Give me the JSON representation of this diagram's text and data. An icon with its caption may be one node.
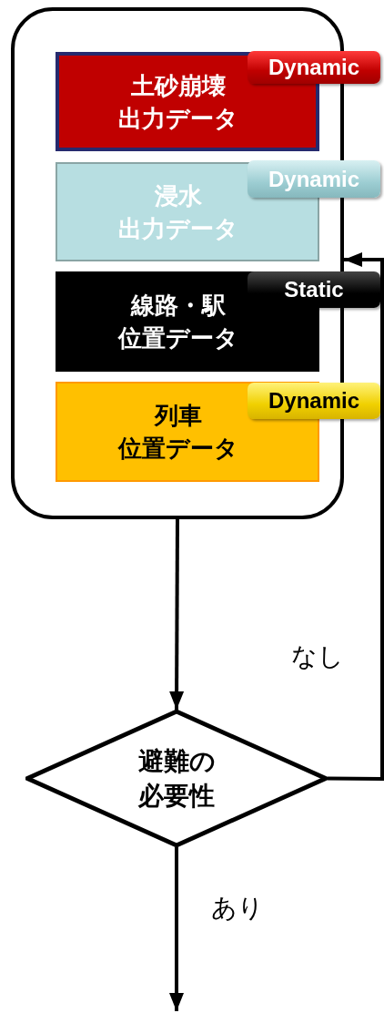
{
  "diagram": {
    "nodes": [
      {
        "text": [],
        "shape": "box"
      },
      {
        "text": [
          "土砂崩壊出力データ"
        ],
        "in": 0
      },
      {
        "text": [
          "浸水出力データ"
        ],
        "in": 0
      },
      {
        "text": [
          "線路・駅位置データ"
        ],
        "in": 0
      },
      {
        "text": [
          "列車位置データ"
        ],
        "in": 0
      },
      {
        "text": [
          "Dynamic"
        ]
      },
      {
        "text": [
          "Dynamic"
        ]
      },
      {
        "text": [
          "Static"
        ]
      },
      {
        "text": [
          "Dynamic"
        ]
      },
      {
        "text": [
          "避難の必要性"
        ]
      }
    ],
    "edges": [
      {
        "from": 0,
        "to": 9,
        "arrow": "to"
      },
      {
        "from": 9,
        "to": null,
        "label": "あり",
        "arrow": "to"
      },
      {
        "from": 9,
        "to": 0,
        "label": "なし",
        "arrow": "to"
      }
    ]
  }
}
